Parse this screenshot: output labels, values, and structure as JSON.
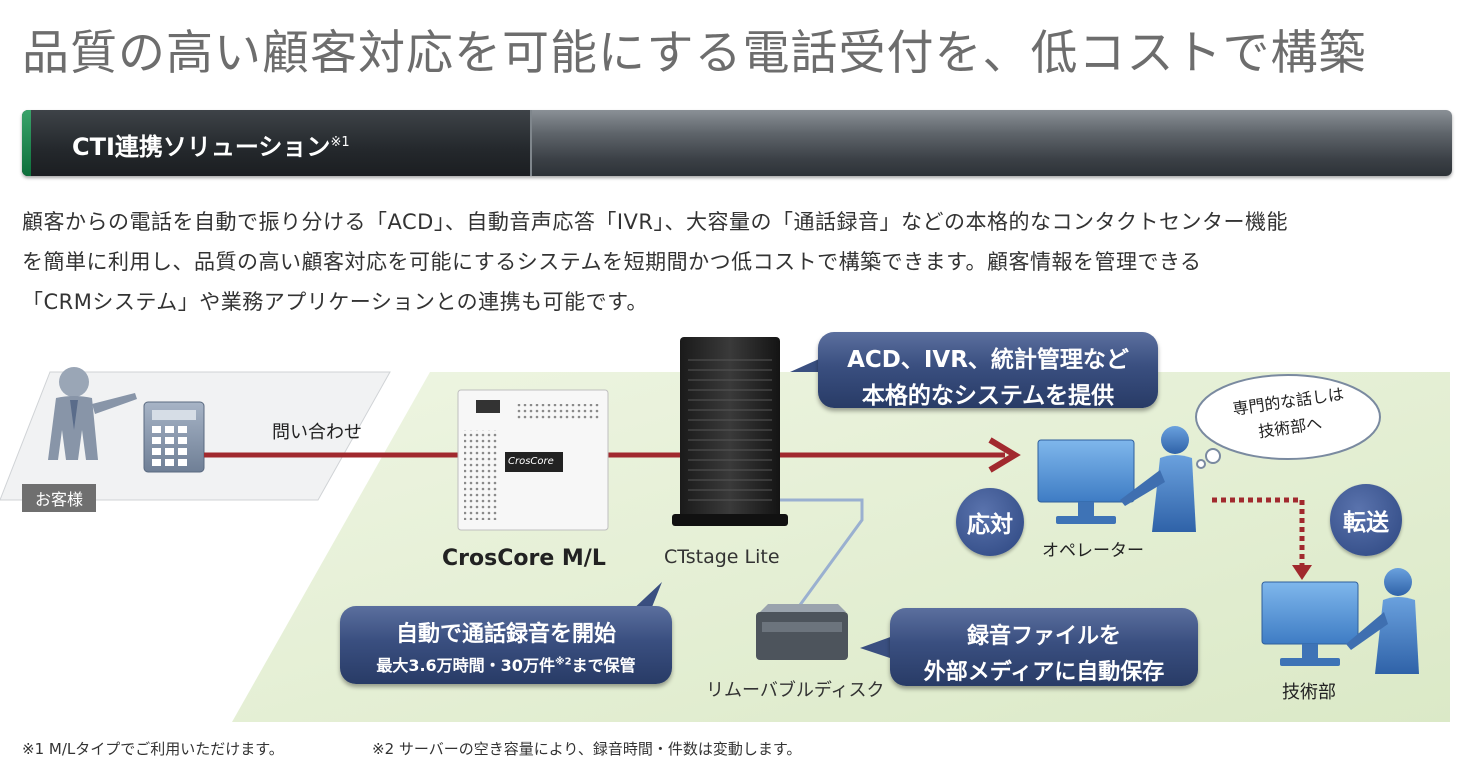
{
  "header": {
    "title": "品質の高い顧客対応を可能にする電話受付を、低コストで構築",
    "section_title": "CTI連携ソリューション",
    "section_note": "※1"
  },
  "intro": {
    "line1": "顧客からの電話を自動で振り分ける「ACD」、自動音声応答「IVR」、大容量の「通話録音」などの本格的なコンタクトセンター機能",
    "line2": "を簡単に利用し、品質の高い顧客対応を可能にするシステムを短期間かつ低コストで構築できます。顧客情報を管理できる",
    "line3": "「CRMシステム」や業務アプリケーションとの連携も可能です。"
  },
  "diagram": {
    "customer_label": "お客様",
    "inquiry_label": "問い合わせ",
    "croscore_label": "CrosCore M/L",
    "croscore_device_text": "CrosCore",
    "server_label": "CTstage Lite",
    "disk_label": "リムーバブルディスク",
    "top_bubble_line1": "ACD、IVR、統計管理など",
    "top_bubble_line2": "本格的なシステムを提供",
    "rec_bubble_line1": "自動で通話録音を開始",
    "rec_bubble_line2a": "最大3.6万時間・30万件",
    "rec_bubble_note": "※2",
    "rec_bubble_line2b": "まで保管",
    "save_bubble_line1": "録音ファイルを",
    "save_bubble_line2": "外部メディアに自動保存",
    "respond_label": "応対",
    "operator_label": "オペレーター",
    "transfer_label": "転送",
    "thought_line1": "専門的な話しは",
    "thought_line2": "技術部へ",
    "tech_label": "技術部"
  },
  "footnotes": {
    "note1": "※1 M/Lタイプでご利用いただけます。",
    "note2": "※2 サーバーの空き容量により、録音時間・件数は変動します。"
  },
  "colors": {
    "arrow_red": "#a1292e",
    "bubble_blue": "#34497a",
    "floor_green": "#e4efd4",
    "person_blue": "#3f6fb0"
  }
}
